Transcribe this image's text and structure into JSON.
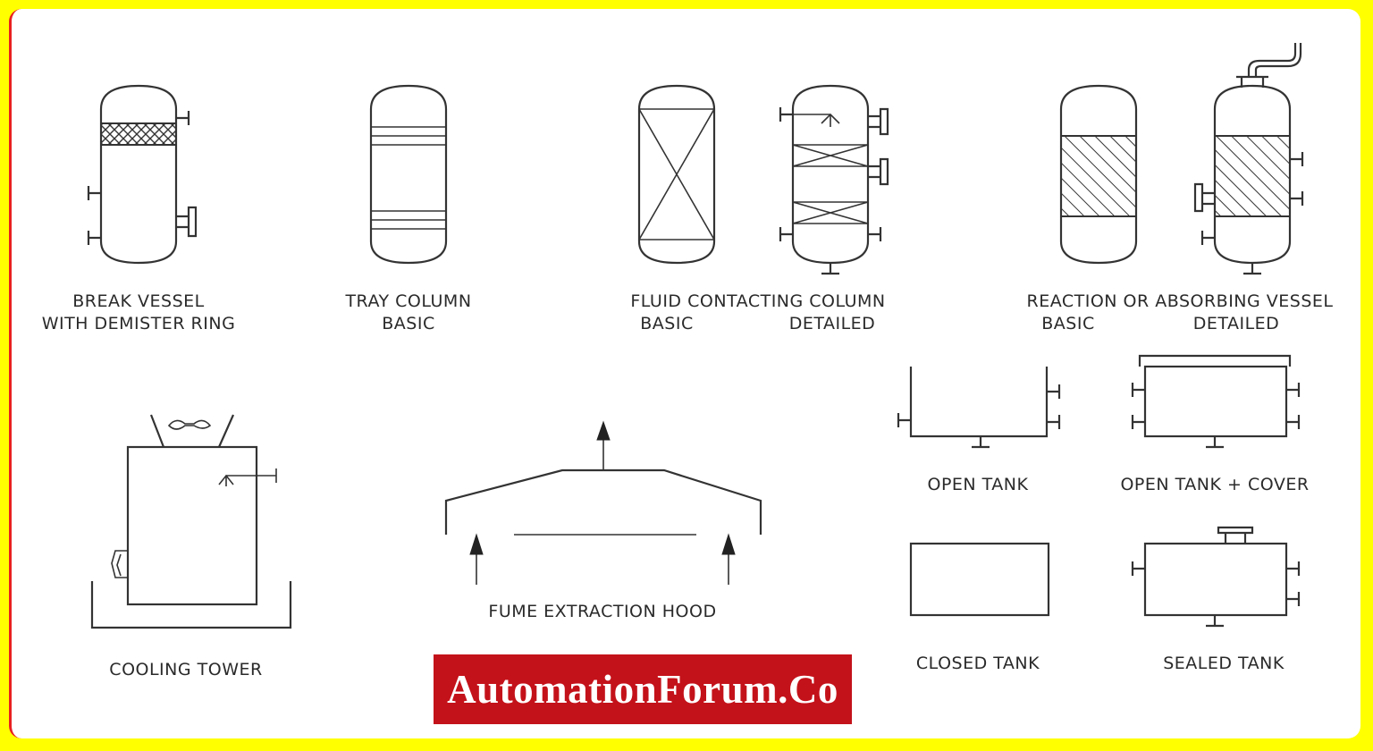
{
  "symbols": {
    "break_vessel": {
      "line1": "BREAK VESSEL",
      "line2": "WITH DEMISTER RING"
    },
    "tray_column": {
      "line1": "TRAY COLUMN",
      "line2": "BASIC"
    },
    "fluid_contacting": {
      "line1": "FLUID CONTACTING COLUMN",
      "basic": "BASIC",
      "detailed": "DETAILED"
    },
    "reaction_vessel": {
      "line1": "REACTION OR ABSORBING VESSEL",
      "basic": "BASIC",
      "detailed": "DETAILED"
    },
    "open_tank": {
      "label": "OPEN TANK"
    },
    "open_tank_cover": {
      "label": "OPEN TANK + COVER"
    },
    "cooling_tower": {
      "label": "COOLING TOWER"
    },
    "fume_hood": {
      "label": "FUME EXTRACTION HOOD"
    },
    "closed_tank": {
      "label": "CLOSED TANK"
    },
    "sealed_tank": {
      "label": "SEALED TANK"
    }
  },
  "brand": {
    "text": "AutomationForum.Co"
  },
  "colors": {
    "border": "#ffff00",
    "accent_line": "#e82020",
    "brand_bg": "#c4121a",
    "brand_text": "#ffffff",
    "ink": "#333333"
  }
}
